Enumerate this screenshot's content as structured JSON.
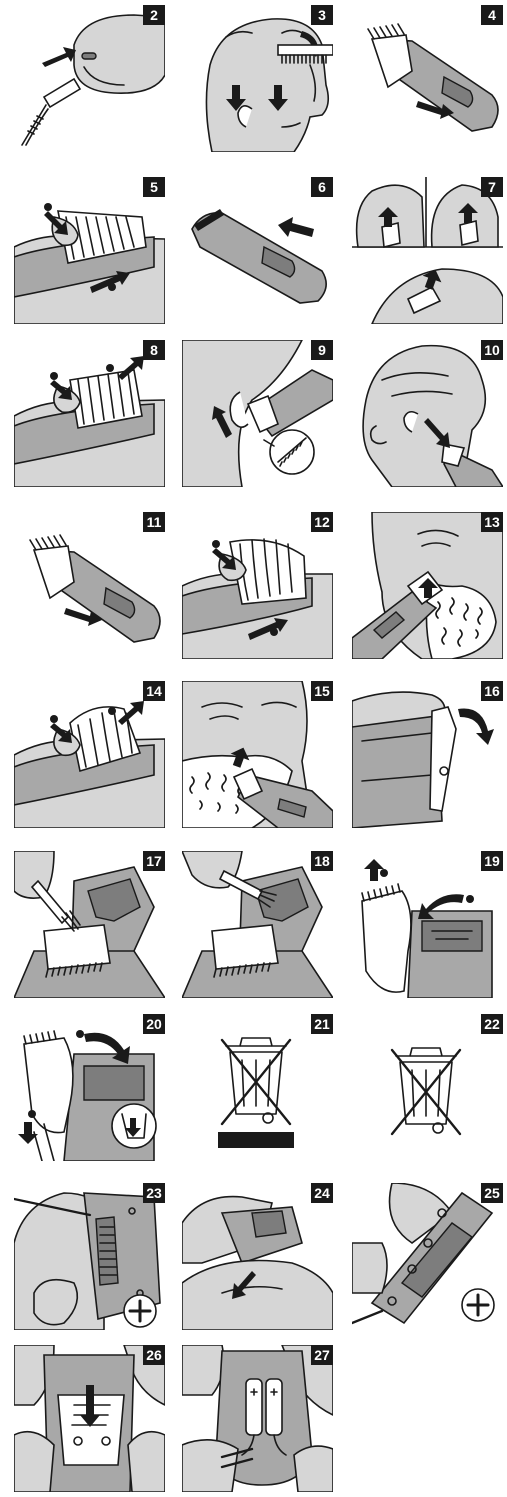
{
  "panels": [
    {
      "number": "2",
      "illustration": "adapter-plug-into-trimmer"
    },
    {
      "number": "3",
      "illustration": "combing-hair"
    },
    {
      "number": "4",
      "illustration": "remove-comb-attachment"
    },
    {
      "number": "5",
      "illustration": "adjust-comb-setting"
    },
    {
      "number": "6",
      "illustration": "switch-on-trimmer"
    },
    {
      "number": "7",
      "illustration": "trimming-head-directions"
    },
    {
      "number": "8",
      "illustration": "adjust-comb-setting"
    },
    {
      "number": "9",
      "illustration": "trimming-around-ear"
    },
    {
      "number": "10",
      "illustration": "trimming-neckline"
    },
    {
      "number": "11",
      "illustration": "remove-comb-attachment"
    },
    {
      "number": "12",
      "illustration": "adjust-beard-comb"
    },
    {
      "number": "13",
      "illustration": "trimming-beard-upward"
    },
    {
      "number": "14",
      "illustration": "adjust-beard-comb"
    },
    {
      "number": "15",
      "illustration": "trimming-beard"
    },
    {
      "number": "16",
      "illustration": "open-cutting-unit"
    },
    {
      "number": "17",
      "illustration": "clean-with-brush"
    },
    {
      "number": "18",
      "illustration": "clean-with-brush"
    },
    {
      "number": "19",
      "illustration": "detach-cutting-unit"
    },
    {
      "number": "20",
      "illustration": "attach-cutting-unit"
    },
    {
      "number": "21",
      "illustration": "crossed-out-wheelie-bin-with-bar"
    },
    {
      "number": "22",
      "illustration": "crossed-out-wheelie-bin"
    },
    {
      "number": "23",
      "illustration": "unscrew-housing"
    },
    {
      "number": "24",
      "illustration": "remove-housing"
    },
    {
      "number": "25",
      "illustration": "unscrew-inner-screws"
    },
    {
      "number": "26",
      "illustration": "remove-inner-unit"
    },
    {
      "number": "27",
      "illustration": "cut-battery-wires"
    }
  ]
}
